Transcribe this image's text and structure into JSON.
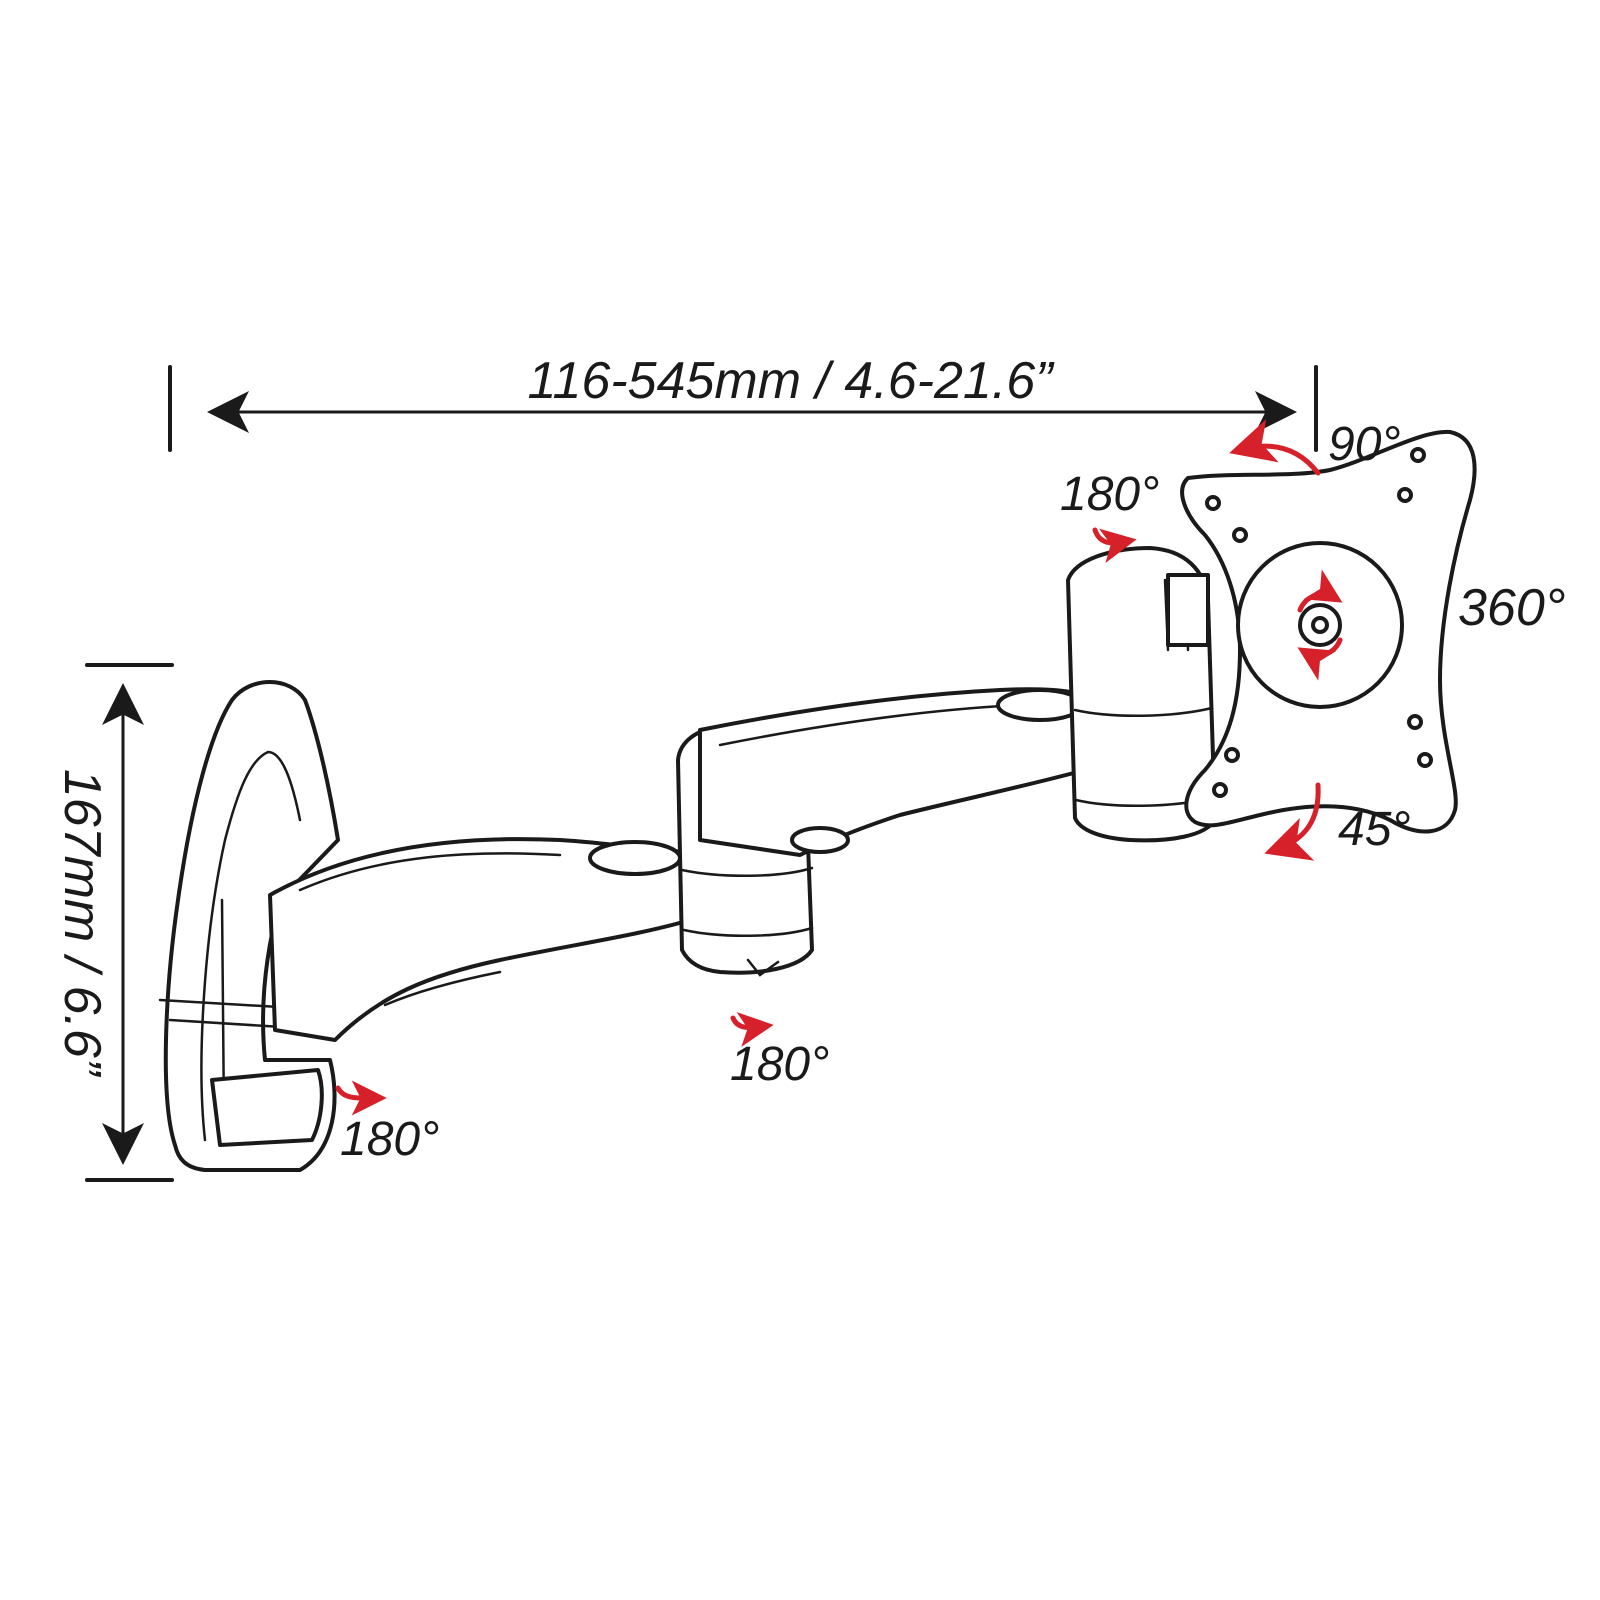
{
  "dimensions": {
    "horizontal_range": "116-545mm / 4.6-21.6”",
    "vertical_height": "167mm / 6.6”"
  },
  "rotation_labels": {
    "wall_pivot": "180°",
    "middle_joint": "180°",
    "head_pivot": "180°",
    "tilt_up": "90°",
    "tilt_down": "45°",
    "rotation": "360°"
  },
  "colors": {
    "line": "#1a1a1a",
    "accent": "#d6202a",
    "background": "#ffffff"
  }
}
